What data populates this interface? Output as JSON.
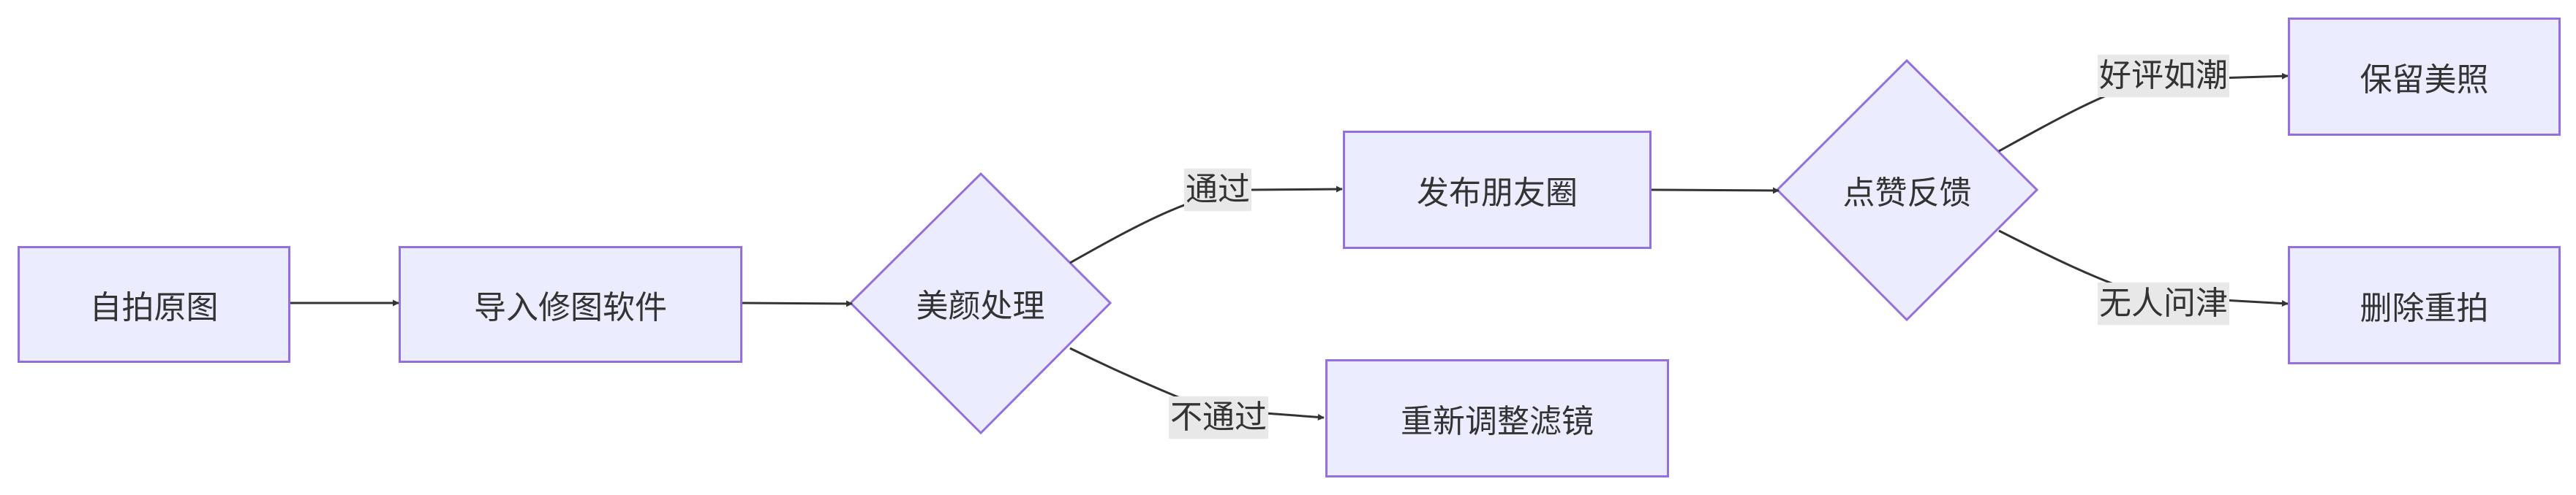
{
  "diagram": {
    "nodes": {
      "selfie": "自拍原图",
      "import": "导入修图软件",
      "beauty": "美颜处理",
      "post": "发布朋友圈",
      "readjust": "重新调整滤镜",
      "feedback": "点赞反馈",
      "keep": "保留美照",
      "delete": "删除重拍"
    },
    "edge_labels": {
      "pass": "通过",
      "fail": "不通过",
      "praise": "好评如潮",
      "ignored": "无人问津"
    },
    "colors": {
      "node_fill": "#ECECFF",
      "node_stroke": "#9370DB",
      "edge": "#333333",
      "label_bg": "#E8E8E8"
    }
  }
}
